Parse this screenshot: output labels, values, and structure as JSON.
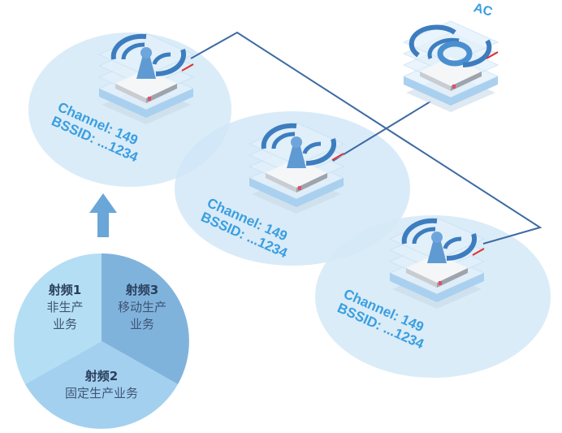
{
  "ac_label": "AC",
  "aps": [
    {
      "channel": "Channel: 149",
      "bssid": "BSSID: ...1234"
    },
    {
      "channel": "Channel: 149",
      "bssid": "BSSID: ...1234"
    },
    {
      "channel": "Channel: 149",
      "bssid": "BSSID: ...1234"
    }
  ],
  "pie": {
    "slices": [
      {
        "title": "射频1",
        "line1": "非生产",
        "line2": "业务",
        "color": "#b4def4"
      },
      {
        "title": "射频3",
        "line1": "移动生产",
        "line2": "业务",
        "color": "#80b3dc"
      },
      {
        "title": "射频2",
        "line1": "固定生产业务",
        "line2": "",
        "color": "#a3d0ee"
      }
    ]
  },
  "colors": {
    "coverage": "#d4e9f7",
    "link": "#3d6aa3",
    "label": "#3a9ee0",
    "arrow": "#6aa6d8"
  }
}
